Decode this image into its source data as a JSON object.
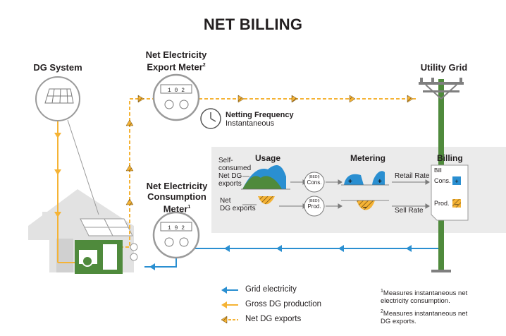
{
  "title": "NET BILLING",
  "dg_system": {
    "label": "DG System"
  },
  "utility_grid": {
    "label": "Utility Grid"
  },
  "export_meter": {
    "label_line1": "Net Electricity",
    "label_line2": "Export Meter",
    "sup": "2",
    "display": "1 0 2"
  },
  "consumption_meter": {
    "label_line1": "Net Electricity",
    "label_line2": "Consumption",
    "label_line3": "Meter",
    "sup": "1",
    "display": "1 9 2"
  },
  "netting": {
    "title": "Netting Frequency",
    "value": "Instantaneous"
  },
  "panel": {
    "usage_title": "Usage",
    "metering_title": "Metering",
    "billing_title": "Billing",
    "self_consumed": [
      "Self-",
      "consumed",
      "Net DG",
      "exports"
    ],
    "net_dg_exports": [
      "Net",
      "DG exports"
    ],
    "cons_badge": "Cons.",
    "prod_badge": "Prod.",
    "badge_top": "(BEDI)",
    "retail_rate": "Retail Rate",
    "sell_rate": "Sell Rate",
    "bill": {
      "header": "Bill",
      "cons": "Cons.",
      "prod": "Prod."
    }
  },
  "legend": [
    {
      "label": "Grid electricity",
      "color": "#2a8fd1"
    },
    {
      "label": "Gross DG production",
      "color": "#f5b335"
    },
    {
      "label": "Net DG exports",
      "color": "#f5b335"
    }
  ],
  "notes": [
    {
      "sup": "1",
      "text": "Measures instantaneous net electricity consumption."
    },
    {
      "sup": "2",
      "text": "Measures instantaneous net DG exports."
    }
  ],
  "colors": {
    "grid_blue": "#2a8fd1",
    "dg_orange": "#f5b335",
    "green": "#4f8a3c",
    "grey": "#9a9a9a"
  }
}
